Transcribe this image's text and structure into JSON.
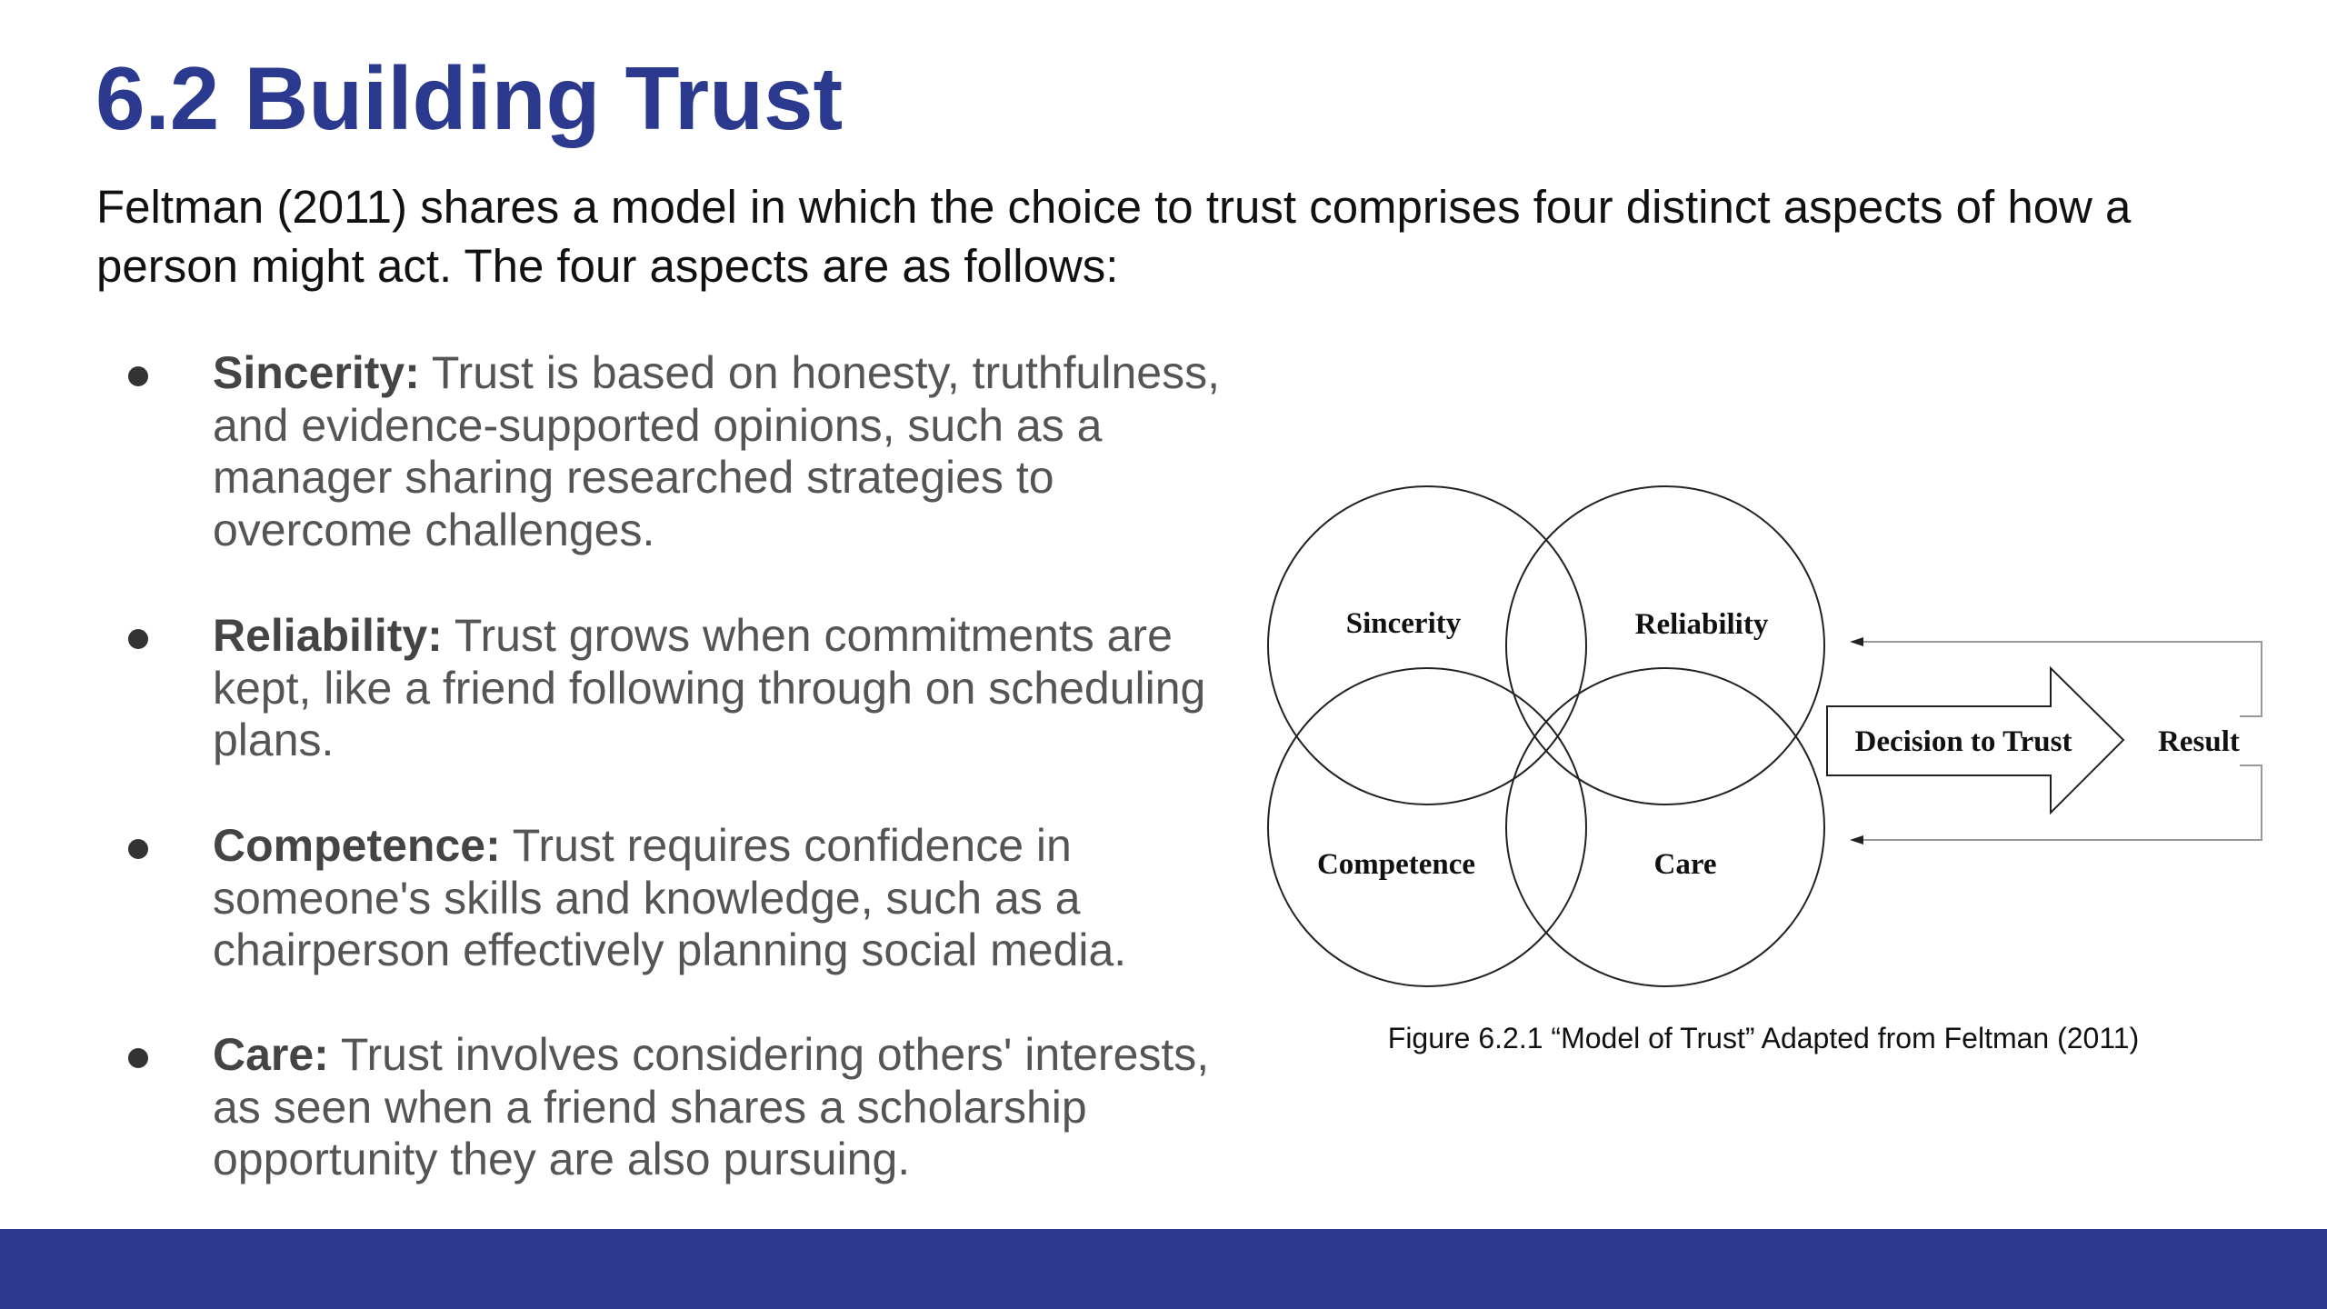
{
  "slide": {
    "title": "6.2 Building Trust",
    "intro": "Feltman (2011) shares a model in which the choice to trust comprises four distinct aspects of how a person might act. The four aspects are as follows:",
    "bullets": [
      {
        "term": "Sincerity:",
        "text": "Trust is based on honesty, truthfulness, and evidence-supported opinions, such as a manager sharing researched strategies to overcome challenges."
      },
      {
        "term": "Reliability:",
        "text": "Trust grows when commitments are kept, like a friend following through on scheduling plans."
      },
      {
        "term": "Competence:",
        "text": "Trust requires confidence in someone's skills and knowledge, such as a chairperson effectively planning social media."
      },
      {
        "term": "Care:",
        "text": "Trust involves considering others' interests, as seen when a friend shares a scholarship opportunity they are also pursuing."
      }
    ]
  },
  "figure": {
    "circle_labels": [
      "Sincerity",
      "Reliability",
      "Competence",
      "Care"
    ],
    "arrow_label": "Decision to Trust",
    "result_label": "Result",
    "caption": "Figure 6.2.1 “Model of Trust” Adapted from Feltman (2011)"
  },
  "colors": {
    "title": "#2b3a8e",
    "footer_bar": "#2b3a8e",
    "body_text": "#555555",
    "intro_text": "#111111"
  }
}
